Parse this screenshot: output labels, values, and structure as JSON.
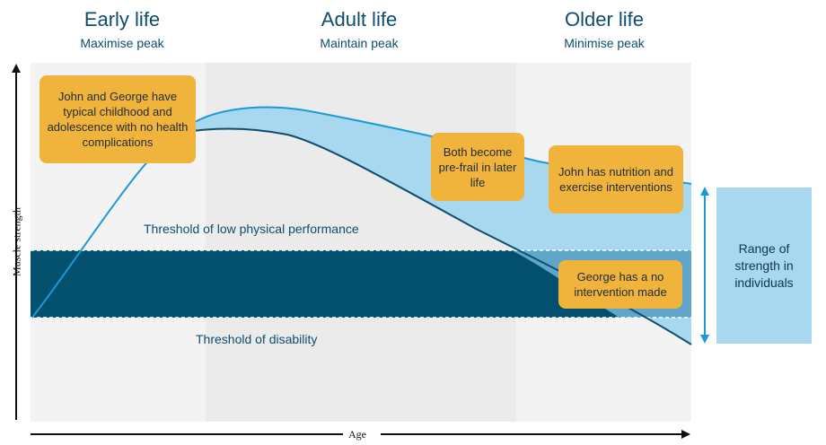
{
  "phases": [
    {
      "title": "Early life",
      "subtitle": "Maximise peak"
    },
    {
      "title": "Adult life",
      "subtitle": "Maintain peak"
    },
    {
      "title": "Older life",
      "subtitle": "Minimise peak"
    }
  ],
  "callouts": {
    "childhood": "John and George have typical childhood and adolescence with no health complications",
    "prefrail": "Both become pre-frail in later life",
    "john": "John has nutrition and exercise interventions",
    "george": "George has a no intervention made"
  },
  "thresholds": {
    "low_performance": "Threshold of low physical performance",
    "disability": "Threshold of disability"
  },
  "range_label": "Range of strength in individuals",
  "axes": {
    "x": "Age",
    "y": "Muscle strength"
  },
  "colors": {
    "background_panel": "#f3f3f3",
    "adult_panel": "#ebebeb",
    "disability_band": "#034f6e",
    "range_fill": "#a7d8f0",
    "curve": "#1c9ad6",
    "callout": "#f0b43c",
    "text": "#0f4d6e"
  }
}
